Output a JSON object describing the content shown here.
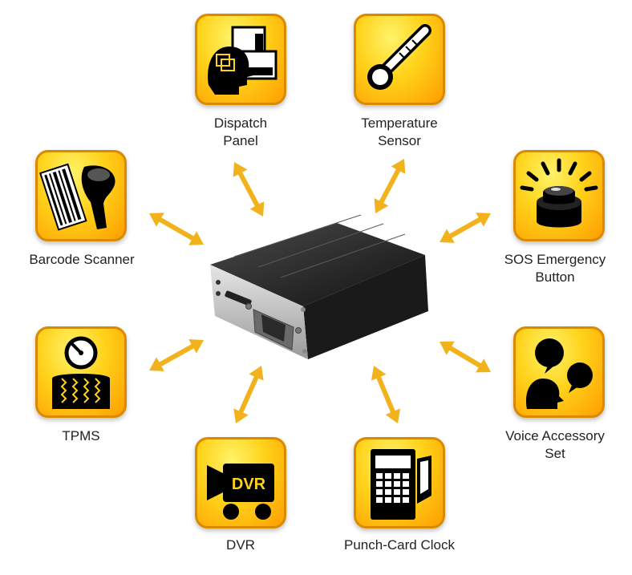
{
  "diagram": {
    "center": "device-unit",
    "accent_color": "#f2b21c",
    "peripherals": [
      {
        "id": "dispatch-panel",
        "lines": [
          "Dispatch",
          "Panel"
        ],
        "icon": "dispatch-panel-icon"
      },
      {
        "id": "temperature-sensor",
        "lines": [
          "Temperature",
          "Sensor"
        ],
        "icon": "thermometer-icon"
      },
      {
        "id": "barcode-scanner",
        "lines": [
          "Barcode Scanner"
        ],
        "icon": "barcode-scanner-icon"
      },
      {
        "id": "sos-button",
        "lines": [
          "SOS Emergency",
          "Button"
        ],
        "icon": "emergency-button-icon"
      },
      {
        "id": "tpms",
        "lines": [
          "TPMS"
        ],
        "icon": "tire-pressure-icon"
      },
      {
        "id": "voice-accessory",
        "lines": [
          "Voice Accessory",
          "Set"
        ],
        "icon": "speech-bubbles-icon"
      },
      {
        "id": "dvr",
        "lines": [
          "DVR"
        ],
        "icon": "dvr-camera-icon"
      },
      {
        "id": "punch-card",
        "lines": [
          "Punch-Card Clock"
        ],
        "icon": "punch-card-clock-icon"
      }
    ],
    "dvr_icon_text": "DVR"
  }
}
